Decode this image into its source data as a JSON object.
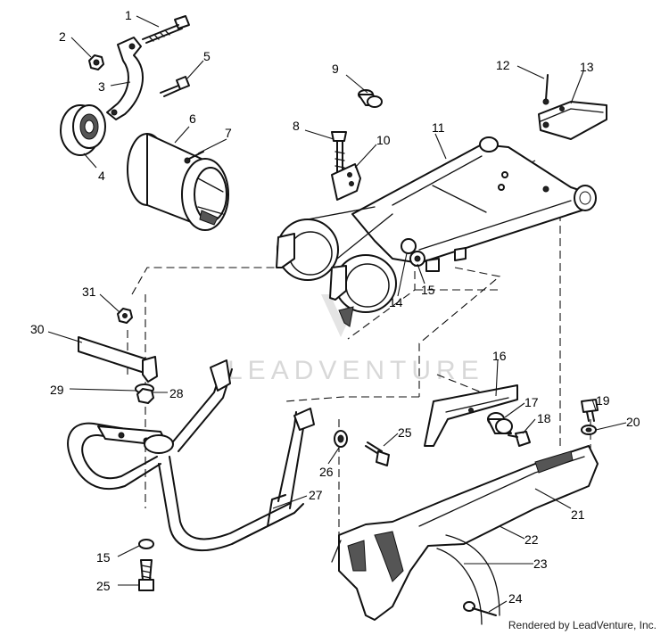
{
  "watermark": {
    "text": "LEADVENTURE"
  },
  "footer": {
    "credit": "Rendered by LeadVenture, Inc."
  },
  "callouts": [
    {
      "id": "1",
      "label": "1"
    },
    {
      "id": "2",
      "label": "2"
    },
    {
      "id": "3",
      "label": "3"
    },
    {
      "id": "4",
      "label": "4"
    },
    {
      "id": "5",
      "label": "5"
    },
    {
      "id": "6",
      "label": "6"
    },
    {
      "id": "7",
      "label": "7"
    },
    {
      "id": "8",
      "label": "8"
    },
    {
      "id": "9",
      "label": "9"
    },
    {
      "id": "10",
      "label": "10"
    },
    {
      "id": "11",
      "label": "11"
    },
    {
      "id": "12",
      "label": "12"
    },
    {
      "id": "13",
      "label": "13"
    },
    {
      "id": "14",
      "label": "14"
    },
    {
      "id": "15a",
      "label": "15"
    },
    {
      "id": "15b",
      "label": "15"
    },
    {
      "id": "16",
      "label": "16"
    },
    {
      "id": "17",
      "label": "17"
    },
    {
      "id": "18",
      "label": "18"
    },
    {
      "id": "19",
      "label": "19"
    },
    {
      "id": "20",
      "label": "20"
    },
    {
      "id": "21",
      "label": "21"
    },
    {
      "id": "22",
      "label": "22"
    },
    {
      "id": "23",
      "label": "23"
    },
    {
      "id": "24",
      "label": "24"
    },
    {
      "id": "25a",
      "label": "25"
    },
    {
      "id": "25b",
      "label": "25"
    },
    {
      "id": "26",
      "label": "26"
    },
    {
      "id": "27",
      "label": "27"
    },
    {
      "id": "28",
      "label": "28"
    },
    {
      "id": "29",
      "label": "29"
    },
    {
      "id": "30",
      "label": "30"
    },
    {
      "id": "31",
      "label": "31"
    }
  ]
}
